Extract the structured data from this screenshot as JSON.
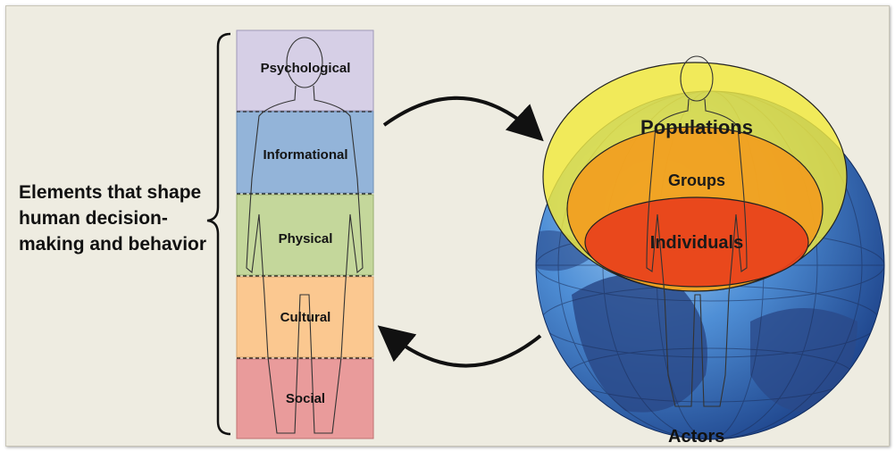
{
  "left_label": "Elements that shape human decision-making and behavior",
  "layers": [
    {
      "label": "Psychological",
      "color": "#d6cfe6"
    },
    {
      "label": "Informational",
      "color": "#93b4d9"
    },
    {
      "label": "Physical",
      "color": "#c4d79b"
    },
    {
      "label": "Cultural",
      "color": "#fbc890"
    },
    {
      "label": "Social",
      "color": "#e99b9b"
    }
  ],
  "rings": [
    {
      "label": "Populations",
      "color": "#f2e93c"
    },
    {
      "label": "Groups",
      "color": "#f29b1c"
    },
    {
      "label": "Individuals",
      "color": "#e8401c"
    }
  ],
  "actors_label": "Actors",
  "colors": {
    "background": "#eeece1",
    "globe_ocean": "#2e5fae",
    "globe_land": "#2a4a8a",
    "arrow": "#111111"
  }
}
